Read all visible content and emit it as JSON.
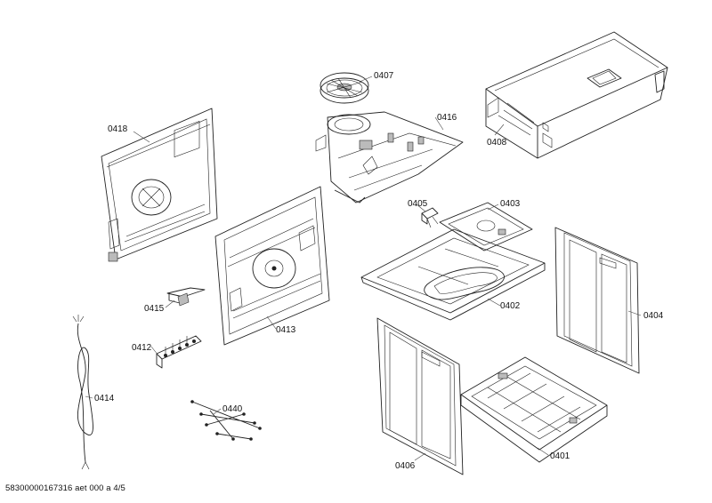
{
  "labels": {
    "p0401": "0401",
    "p0402": "0402",
    "p0403": "0403",
    "p0404": "0404",
    "p0405": "0405",
    "p0406": "0406",
    "p0407": "0407",
    "p0408": "0408",
    "p0412": "0412",
    "p0413": "0413",
    "p0414": "0414",
    "p0415": "0415",
    "p0416": "0416",
    "p0418": "0418",
    "p0440": "0440"
  },
  "footer": "58300000167316 aet 000 a 4/5"
}
